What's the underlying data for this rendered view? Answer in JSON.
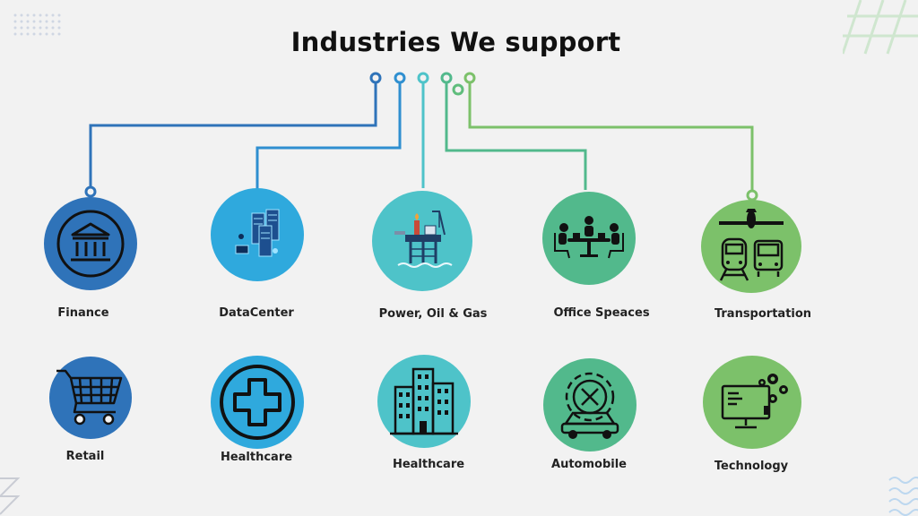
{
  "title": "Industries We support",
  "colors": {
    "background": "#f2f2f2",
    "blue_dark": "#2f73b9",
    "blue_light": "#2fa9dd",
    "teal": "#4ec3c9",
    "green_teal": "#52b98c",
    "green": "#7cc16a"
  },
  "industries_top": [
    {
      "label": "Finance",
      "icon": "bank-icon"
    },
    {
      "label": "DataCenter",
      "icon": "server-rack-icon"
    },
    {
      "label": "Power, Oil & Gas",
      "icon": "oil-rig-icon"
    },
    {
      "label": "Office Speaces",
      "icon": "meeting-table-icon"
    },
    {
      "label": "Transportation",
      "icon": "plane-train-bus-icon"
    }
  ],
  "industries_bottom": [
    {
      "label": "Retail",
      "icon": "shopping-cart-icon"
    },
    {
      "label": "Healthcare",
      "icon": "medical-cross-icon"
    },
    {
      "label": "Healthcare",
      "icon": "buildings-icon"
    },
    {
      "label": "Automobile",
      "icon": "car-gear-icon"
    },
    {
      "label": "Technology",
      "icon": "monitor-gears-icon"
    }
  ]
}
